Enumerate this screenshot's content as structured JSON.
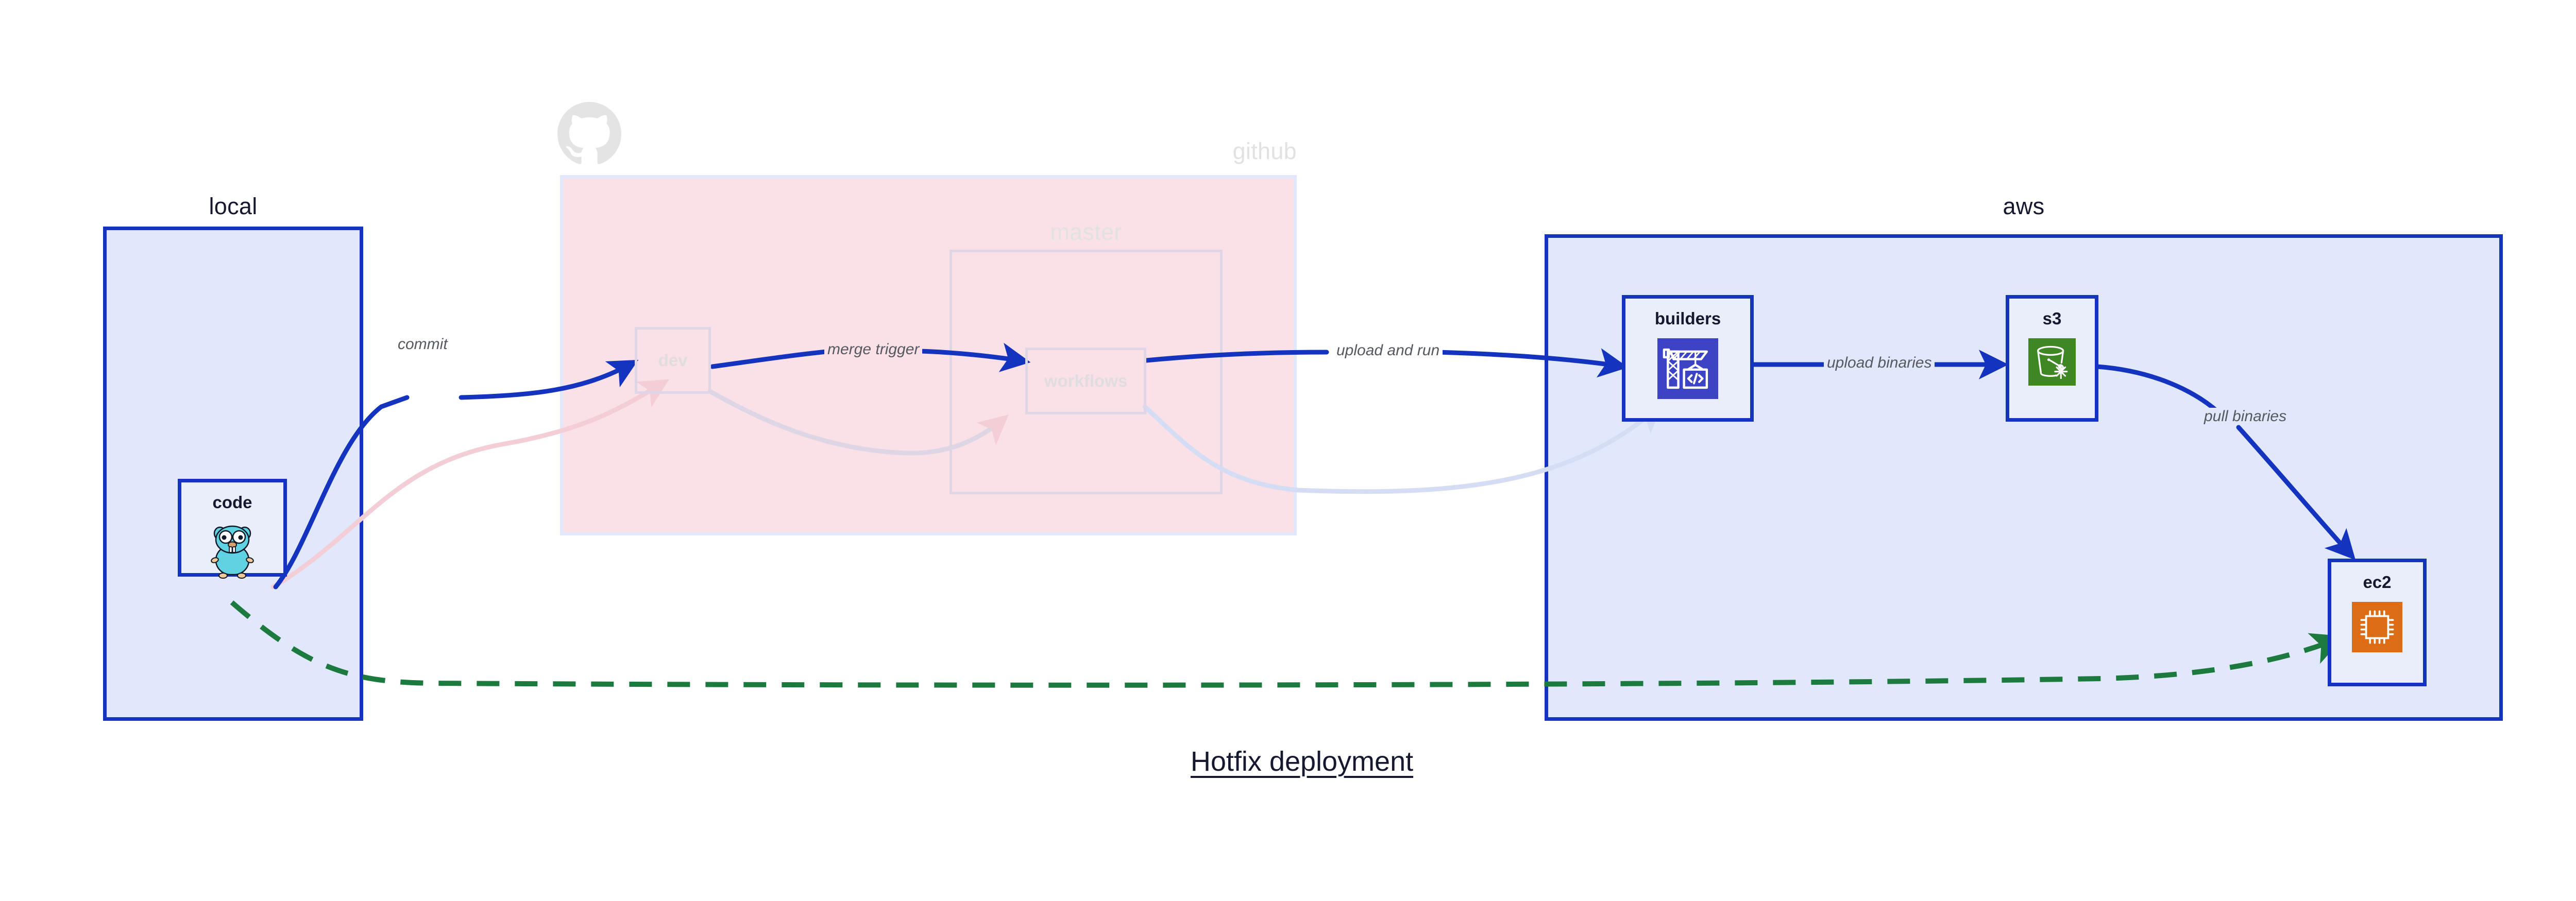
{
  "diagram": {
    "title": "Hotfix deployment",
    "colors": {
      "group_border_blue": "#1433bf",
      "group_fill_blue": "#e1e8fb",
      "group_fill_pink": "#fae1e8",
      "ghost_border": "#ded6e4",
      "ghost_text": "#e0dcdf",
      "edge_blue": "#1433bf",
      "edge_green": "#1d7a3e",
      "edge_label_text": "#55595f",
      "node_fill": "#eaeefb",
      "title_text": "#15182e",
      "builders_icon_bg": "#3c43c4",
      "s3_icon_bg": "#3f8624",
      "ec2_icon_bg": "#dd6c16",
      "gopher_body": "#5fd3e2",
      "octocat_gray": "#e4e4e4"
    }
  },
  "groups": [
    {
      "id": "local",
      "label": "local",
      "faded": false
    },
    {
      "id": "github",
      "label": "github",
      "faded": true
    },
    {
      "id": "master",
      "label": "master",
      "faded": true
    },
    {
      "id": "aws",
      "label": "aws",
      "faded": false
    }
  ],
  "nodes": [
    {
      "id": "code",
      "label": "code",
      "icon": "go-gopher-icon",
      "faded": false
    },
    {
      "id": "dev",
      "label": "dev",
      "icon": "none",
      "faded": true
    },
    {
      "id": "workflows",
      "label": "workflows",
      "icon": "none",
      "faded": true
    },
    {
      "id": "builders",
      "label": "builders",
      "icon": "aws-codebuild-icon",
      "faded": false
    },
    {
      "id": "s3",
      "label": "s3",
      "icon": "aws-s3-glacier-icon",
      "faded": false
    },
    {
      "id": "ec2",
      "label": "ec2",
      "icon": "aws-ec2-chip-icon",
      "faded": false
    }
  ],
  "edges": [
    {
      "id": "commit",
      "label": "commit",
      "from": "code",
      "to": "dev",
      "style": "solid-blue",
      "faded": false
    },
    {
      "id": "merge-trigger",
      "label": "merge trigger",
      "from": "dev",
      "to": "workflows",
      "style": "solid-blue",
      "faded": false
    },
    {
      "id": "upload-and-run",
      "label": "upload and run",
      "from": "workflows",
      "to": "builders",
      "style": "solid-blue",
      "faded": false
    },
    {
      "id": "upload-binaries",
      "label": "upload binaries",
      "from": "builders",
      "to": "s3",
      "style": "solid-blue",
      "faded": false
    },
    {
      "id": "pull-binaries",
      "label": "pull binaries",
      "from": "s3",
      "to": "ec2",
      "style": "solid-blue",
      "faded": false
    },
    {
      "id": "hotfix-direct",
      "label": "",
      "from": "code",
      "to": "ec2",
      "style": "dashed-green",
      "faded": false
    },
    {
      "id": "ghost-code-dev",
      "label": "",
      "from": "code",
      "to": "dev",
      "style": "faded-pink",
      "faded": true
    },
    {
      "id": "ghost-dev-wf",
      "label": "",
      "from": "dev",
      "to": "workflows",
      "style": "faded-pink",
      "faded": true
    },
    {
      "id": "ghost-wf-build",
      "label": "",
      "from": "workflows",
      "to": "builders",
      "style": "faded-blue",
      "faded": true
    }
  ]
}
